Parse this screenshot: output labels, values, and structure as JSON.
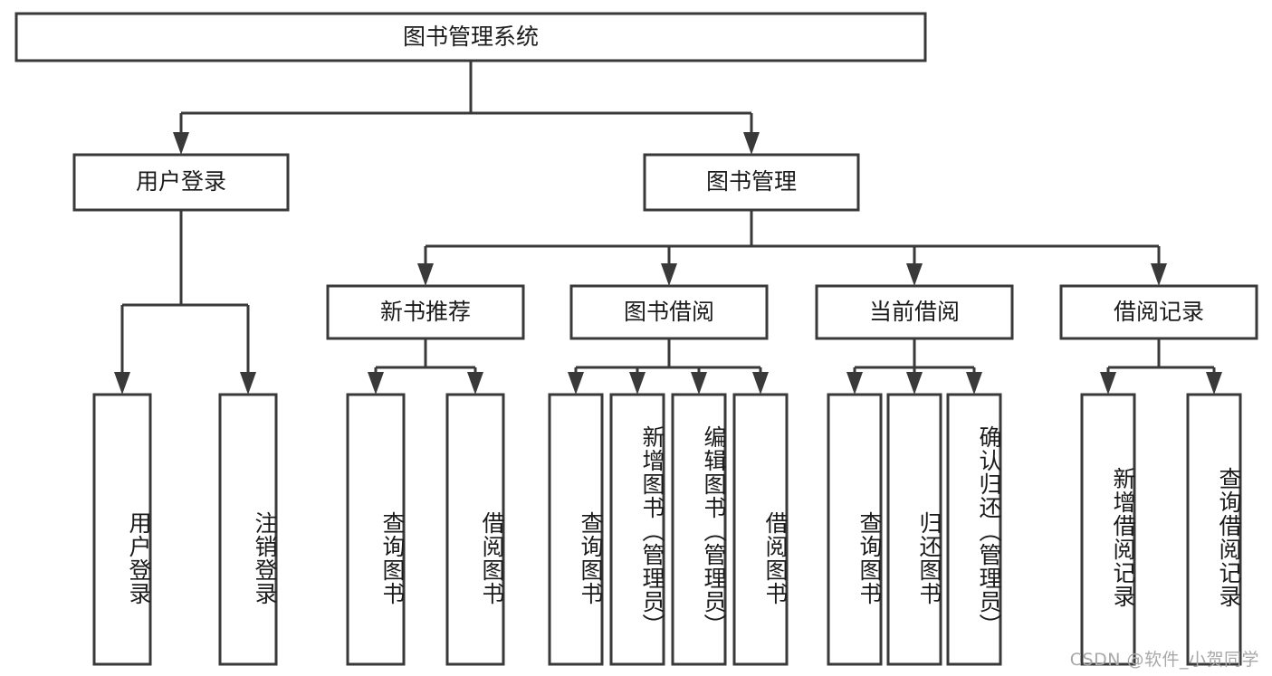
{
  "diagram": {
    "title": "图书管理系统",
    "type": "tree-hierarchy-chart",
    "root": {
      "label": "图书管理系统"
    },
    "level2": [
      {
        "label": "用户登录"
      },
      {
        "label": "图书管理"
      }
    ],
    "level3": [
      {
        "label": "新书推荐"
      },
      {
        "label": "图书借阅"
      },
      {
        "label": "当前借阅"
      },
      {
        "label": "借阅记录"
      }
    ],
    "leaves": {
      "user_login": [
        {
          "label": "用户登录"
        },
        {
          "label": "注销登录"
        }
      ],
      "new_book_recommend": [
        {
          "label": "查询图书"
        },
        {
          "label": "借阅图书"
        }
      ],
      "book_borrow": [
        {
          "label": "查询图书"
        },
        {
          "label": "新增图书（管理员）"
        },
        {
          "label": "编辑图书（管理员）"
        },
        {
          "label": "借阅图书"
        }
      ],
      "current_borrow": [
        {
          "label": "查询图书"
        },
        {
          "label": "归还图书"
        },
        {
          "label": "确认归还（管理员）"
        }
      ],
      "borrow_record": [
        {
          "label": "新增借阅记录"
        },
        {
          "label": "查询借阅记录"
        }
      ]
    }
  },
  "watermark": {
    "text": "CSDN @软件_小贺同学"
  },
  "colors": {
    "line": "#393939",
    "box_fill": "#ffffff",
    "text": "#1b1b1b",
    "watermark": "#a8a8a8"
  }
}
